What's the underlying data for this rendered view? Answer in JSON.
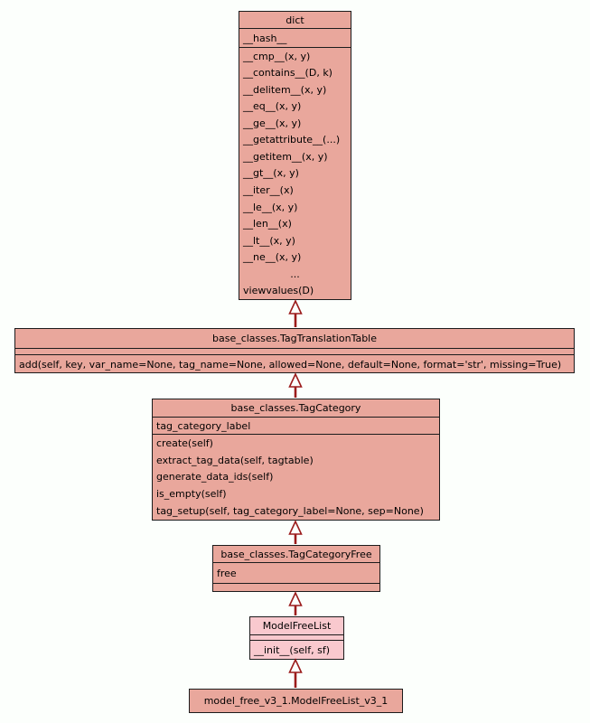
{
  "diagram": {
    "type": "uml-class-inheritance",
    "colors": {
      "background": "#fcfffc",
      "class_fill": "#e9a79c",
      "highlight_fill": "#f9c9ce",
      "border": "#1c1c1c",
      "arrow": "#9b1c1c",
      "text": "#000000"
    },
    "classes": [
      {
        "name": "dict",
        "attributes": [
          "__hash__"
        ],
        "methods": [
          "__cmp__(x, y)",
          "__contains__(D, k)",
          "__delitem__(x, y)",
          "__eq__(x, y)",
          "__ge__(x, y)",
          "__getattribute__(...)",
          "__getitem__(x, y)",
          "__gt__(x, y)",
          "__iter__(x)",
          "__le__(x, y)",
          "__len__(x)",
          "__lt__(x, y)",
          "__ne__(x, y)",
          "...",
          "viewvalues(D)"
        ]
      },
      {
        "name": "base_classes.TagTranslationTable",
        "attributes": [],
        "methods": [
          "add(self, key, var_name=None, tag_name=None, allowed=None, default=None, format='str', missing=True)"
        ]
      },
      {
        "name": "base_classes.TagCategory",
        "attributes": [
          "tag_category_label"
        ],
        "methods": [
          "create(self)",
          "extract_tag_data(self, tagtable)",
          "generate_data_ids(self)",
          "is_empty(self)",
          "tag_setup(self, tag_category_label=None, sep=None)"
        ]
      },
      {
        "name": "base_classes.TagCategoryFree",
        "attributes": [
          "free"
        ],
        "methods": []
      },
      {
        "name": "ModelFreeList",
        "attributes": [],
        "methods": [
          "__init__(self, sf)"
        ],
        "highlighted": true
      },
      {
        "name": "model_free_v3_1.ModelFreeList_v3_1",
        "attributes": [],
        "methods": []
      }
    ],
    "edges": [
      {
        "child": "base_classes.TagTranslationTable",
        "parent": "dict"
      },
      {
        "child": "base_classes.TagCategory",
        "parent": "base_classes.TagTranslationTable"
      },
      {
        "child": "base_classes.TagCategoryFree",
        "parent": "base_classes.TagCategory"
      },
      {
        "child": "ModelFreeList",
        "parent": "base_classes.TagCategoryFree"
      },
      {
        "child": "model_free_v3_1.ModelFreeList_v3_1",
        "parent": "ModelFreeList"
      }
    ]
  }
}
